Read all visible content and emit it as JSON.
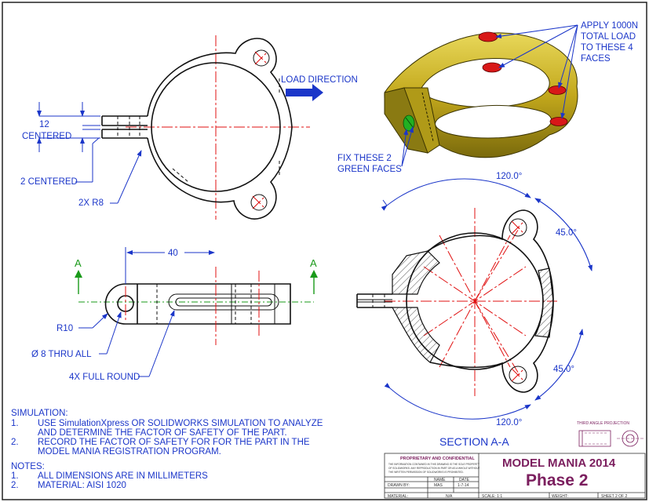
{
  "callouts": {
    "load_direction": "LOAD DIRECTION",
    "apply_load": [
      "APPLY 1000N",
      "TOTAL LOAD",
      "TO THESE 4",
      "FACES"
    ],
    "fix_faces": [
      "FIX THESE 2",
      "GREEN FACES"
    ],
    "dim_12": "12",
    "centered_12": "CENTERED",
    "dim_2_centered": "2 CENTERED",
    "dim_2x_r8": "2X R8",
    "dim_40": "40",
    "dim_r10": "R10",
    "dim_thru": "Ø 8 THRU ALL",
    "dim_full_round": "4X FULL ROUND",
    "section_arrow_left": "A",
    "section_arrow_right": "A",
    "angle_top": "120.0°",
    "angle_right_top": "45.0°",
    "angle_right_bottom": "45.0°",
    "angle_bottom": "120.0°",
    "section_label": "SECTION A-A"
  },
  "notes": {
    "simulation_heading": "SIMULATION:",
    "simulation_items": [
      {
        "num": "1.",
        "lines": [
          "USE SimulationXpress OR SOLIDWORKS SIMULATION TO ANALYZE",
          "AND DETERMINE THE FACTOR OF SAFETY OF THE PART."
        ]
      },
      {
        "num": "2.",
        "lines": [
          "RECORD THE FACTOR OF SAFETY FOR FOR THE PART IN THE",
          "MODEL MANIA REGISTRATION PROGRAM."
        ]
      }
    ],
    "notes_heading": "NOTES:",
    "notes_items": [
      {
        "num": "1.",
        "text": "ALL DIMENSIONS ARE IN MILLIMETERS"
      },
      {
        "num": "2.",
        "text": "MATERIAL: AISI 1020"
      }
    ]
  },
  "title_block": {
    "proprietary": "PROPRIETARY AND CONFIDENTIAL",
    "proprietary_body": [
      "THE INFORMATION CONTAINED IN THIS DRAWING IS THE SOLE PROPERTY",
      "OF SOLIDWORKS. ANY REPRODUCTION IN PART OR AS A WHOLE WITHOUT",
      "THE WRITTEN PERMISSION OF SOLIDWORKS IS PROHIBITED."
    ],
    "name_header": "NAME",
    "date_header": "DATE",
    "drawn_by_label": "DRAWN BY:",
    "drawn_by_name": "MAS",
    "drawn_by_date": "1-7-14",
    "material_label": "MATERIAL:",
    "material_value": "N/A",
    "scale": "SCALE: 1:1",
    "weight": "WEIGHT:",
    "sheet": "SHEET 2 OF 2",
    "title": "MODEL MANIA 2014",
    "subtitle": "Phase 2",
    "projection": "THIRD ANGLE PROJECTION"
  },
  "colors": {
    "annotation": "#1b36c9",
    "centerline": "#e01010",
    "title": "#7b1e5e",
    "part_body": "#c8b020",
    "load_face": "#d81818",
    "fixed_face": "#22b022"
  }
}
